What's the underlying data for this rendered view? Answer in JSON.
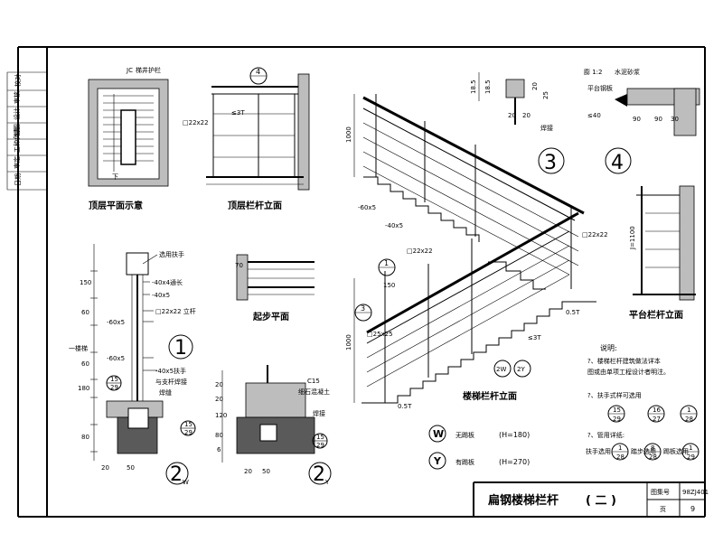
{
  "sidebar": {
    "cells": [
      "校对",
      "审核",
      "设计",
      "制图",
      "工种负责",
      "审定",
      "日期"
    ]
  },
  "details": {
    "top_floor_plan": {
      "caption": "顶层平面示意",
      "note": "梯井护栏",
      "dim": "JC",
      "label_down": "下"
    },
    "top_railing_elevation": {
      "caption": "顶层栏杆立面",
      "circle": "4",
      "bar": "□22x22",
      "angle": "≤3T"
    },
    "start_plan": {
      "caption": "起步平面",
      "dim": "70"
    },
    "platform_elevation": {
      "caption": "平台栏杆立面",
      "bar": "□22x22",
      "height": "J=1100"
    },
    "detail1": {
      "circle": "1",
      "labels": [
        "选用扶手",
        "-40x4通长",
        "-40x5",
        "□22x22 立杆",
        "-60x5",
        "-60x5",
        "-40x5扶手",
        "与支杆焊接",
        "焊缝"
      ],
      "dims": [
        "150",
        "60",
        "60",
        "180",
        "80",
        "20",
        "50"
      ],
      "ref": {
        "top": "15",
        "bottom": "29"
      },
      "ref2": {
        "top": "15",
        "bottom": "29"
      },
      "tag": "2",
      "tag_sub": "W",
      "left_label": "一楼梯"
    },
    "detail2y": {
      "labels": [
        "C15",
        "细石混凝土",
        "焊接"
      ],
      "dims": [
        "20",
        "20",
        "50",
        "20",
        "120",
        "80",
        "6"
      ],
      "ref": {
        "top": "15",
        "bottom": "29"
      },
      "tag": "2",
      "tag_sub": "Y"
    },
    "detail3": {
      "circle": "3",
      "dims": [
        "18.5",
        "18.5",
        "20",
        "25",
        "20",
        "20"
      ],
      "label": "焊接"
    },
    "detail4": {
      "circle": "4",
      "labels": [
        "膨 1:2",
        "水泥砂浆",
        "平台钢板",
        "≤40",
        "90",
        "90",
        "30"
      ]
    },
    "main_stair": {
      "caption": "楼梯栏杆立面",
      "labels": [
        "-60x5",
        "-40x5",
        "□22x22",
        "□25x25",
        "0.5T",
        "0.5T",
        "≤3T",
        "150",
        "1000",
        "1000"
      ],
      "circles": [
        "1",
        "3"
      ],
      "tags": [
        "2W",
        "2Y"
      ],
      "bar_right": "□22x22"
    }
  },
  "legend": {
    "w": {
      "symbol": "W",
      "text": "无踢板",
      "h": "(H=180)"
    },
    "y": {
      "symbol": "Y",
      "text": "有踢板",
      "h": "(H=270)"
    }
  },
  "notes": {
    "title": "说明:",
    "line1": "?、楼梯栏杆建筑做法详本",
    "line2": "图或由单项工程设计者明注。",
    "line3": "?、扶手式样可选用",
    "refs1": [
      {
        "top": "15",
        "bottom": "29"
      },
      {
        "top": "16",
        "bottom": "27"
      },
      {
        "top": "1",
        "bottom": "28"
      }
    ],
    "line4": "?、管用详纸:",
    "refs2_labels": [
      "扶手选用",
      "踏步选用",
      "踢板选用"
    ],
    "refs2": [
      {
        "top": "1",
        "bottom": "28"
      },
      {
        "top": "8",
        "bottom": "28"
      },
      {
        "top": "1",
        "bottom": "29"
      }
    ]
  },
  "titleblock": {
    "title": "扁钢楼梯栏杆",
    "part": "( 二 )",
    "atlas_label": "图集号",
    "atlas_value": "98ZJ401",
    "page_label": "页",
    "page_value": "9"
  }
}
